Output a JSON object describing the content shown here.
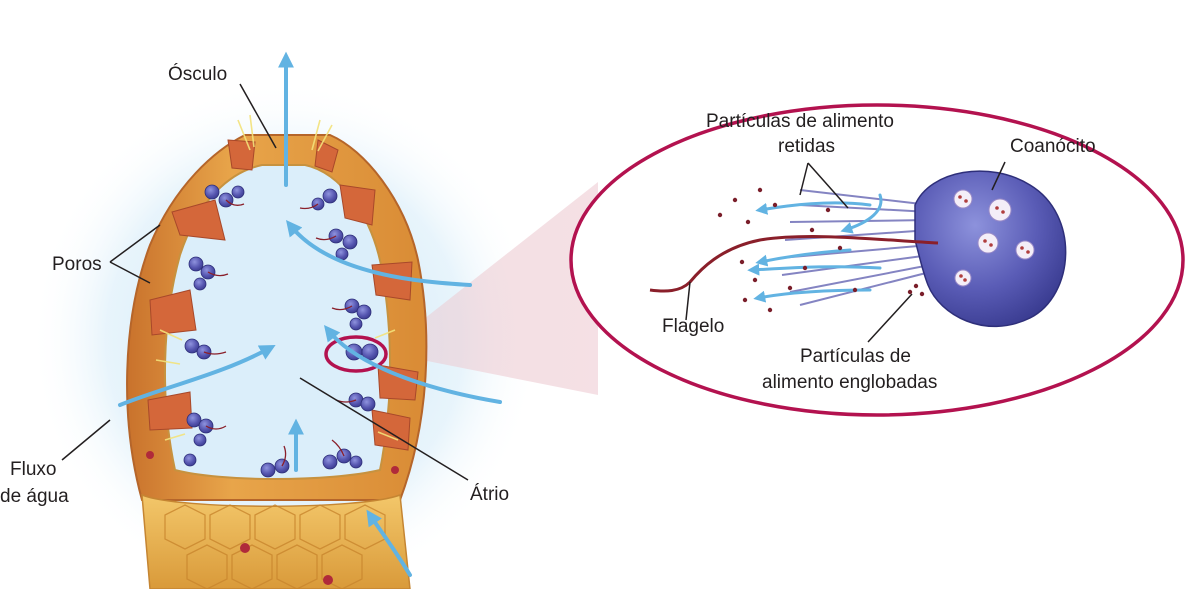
{
  "labels": {
    "osculo": "Ósculo",
    "poros": "Poros",
    "fluxo_line1": "Fluxo",
    "fluxo_line2": "de água",
    "atrio": "Átrio",
    "particulas_retidas_line1": "Partículas de alimento",
    "particulas_retidas_line2": "retidas",
    "coanocito": "Coanócito",
    "flagelo": "Flagelo",
    "particulas_englobadas_line1": "Partículas de",
    "particulas_englobadas_line2": "alimento englobadas"
  },
  "colors": {
    "highlight_ring": "#b3124f",
    "water_flow_arrow": "#62b3e2",
    "sponge_wall": "#e39a3c",
    "porocyte": "#d4673a",
    "choanocyte": "#4e4fa8",
    "atrium": "#dbeefa",
    "zoom_wedge": "#f1dadf",
    "flagellum": "#8a1f2a"
  }
}
